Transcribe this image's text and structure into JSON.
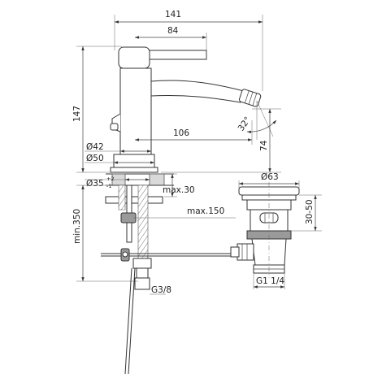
{
  "dimensions": {
    "width_total": "141",
    "width_lever": "84",
    "height_total": "147",
    "spout_reach": "106",
    "spout_angle": "32°",
    "spout_height": "74",
    "dia_body": "Ø42",
    "dia_base": "Ø50",
    "dia_hole": "Ø35",
    "dia_hole_tol_plus": "+2",
    "dia_hole_tol_minus": "-1",
    "deck_max": "max.30",
    "hose_min": "min.350",
    "rod_max": "max.150",
    "connection": "G3/8",
    "waste_dia": "Ø63",
    "waste_range": "30-50",
    "waste_thread": "G1 1/4"
  }
}
